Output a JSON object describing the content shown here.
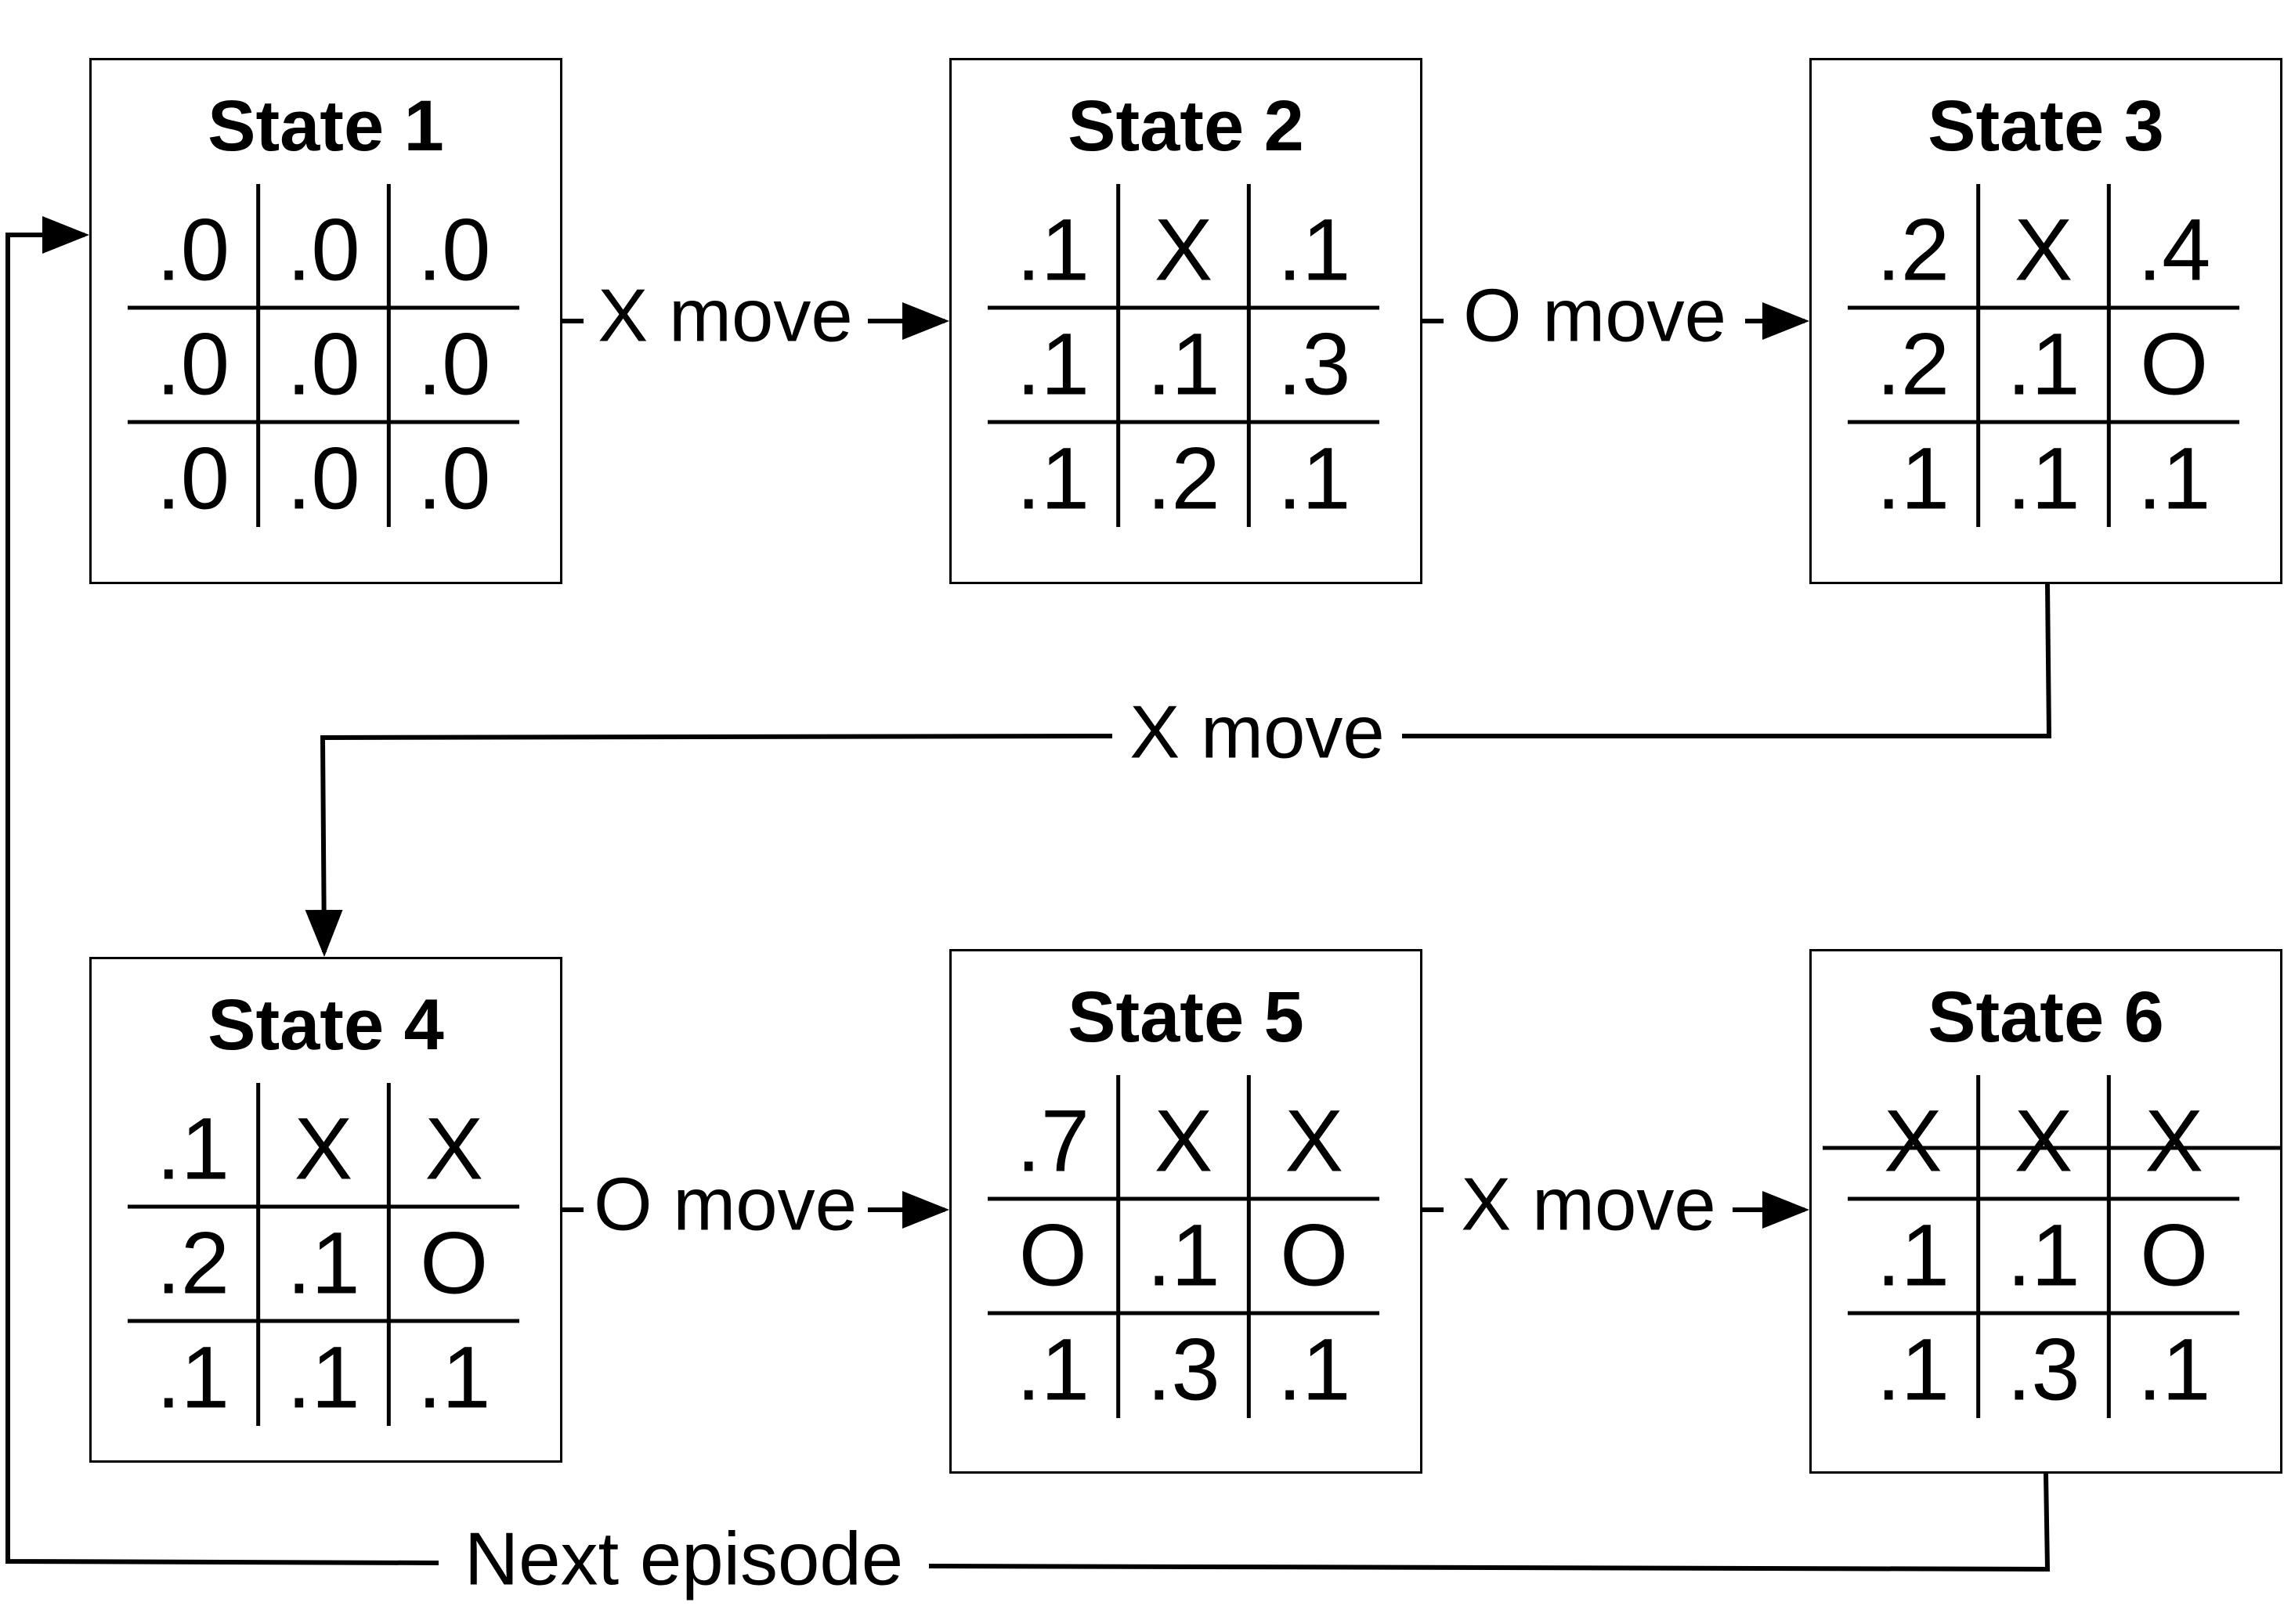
{
  "diagram": {
    "states": [
      {
        "id": "s1",
        "title": "State 1",
        "cells": [
          [
            ".0",
            ".0",
            ".0"
          ],
          [
            ".0",
            ".0",
            ".0"
          ],
          [
            ".0",
            ".0",
            ".0"
          ]
        ],
        "winning_row": null
      },
      {
        "id": "s2",
        "title": "State 2",
        "cells": [
          [
            ".1",
            "X",
            ".1"
          ],
          [
            ".1",
            ".1",
            ".3"
          ],
          [
            ".1",
            ".2",
            ".1"
          ]
        ],
        "winning_row": null
      },
      {
        "id": "s3",
        "title": "State 3",
        "cells": [
          [
            ".2",
            "X",
            ".4"
          ],
          [
            ".2",
            ".1",
            "O"
          ],
          [
            ".1",
            ".1",
            ".1"
          ]
        ],
        "winning_row": null
      },
      {
        "id": "s4",
        "title": "State 4",
        "cells": [
          [
            ".1",
            "X",
            "X"
          ],
          [
            ".2",
            ".1",
            "O"
          ],
          [
            ".1",
            ".1",
            ".1"
          ]
        ],
        "winning_row": null
      },
      {
        "id": "s5",
        "title": "State 5",
        "cells": [
          [
            ".7",
            "X",
            "X"
          ],
          [
            "O",
            ".1",
            "O"
          ],
          [
            ".1",
            ".3",
            ".1"
          ]
        ],
        "winning_row": null
      },
      {
        "id": "s6",
        "title": "State 6",
        "cells": [
          [
            "X",
            "X",
            "X"
          ],
          [
            ".1",
            ".1",
            "O"
          ],
          [
            ".1",
            ".3",
            ".1"
          ]
        ],
        "winning_row": 0
      }
    ],
    "edges": [
      {
        "from": "s1",
        "to": "s2",
        "label": "X move"
      },
      {
        "from": "s2",
        "to": "s3",
        "label": "O move"
      },
      {
        "from": "s3",
        "to": "s4",
        "label": "X move"
      },
      {
        "from": "s4",
        "to": "s5",
        "label": "O move"
      },
      {
        "from": "s5",
        "to": "s6",
        "label": "X move"
      },
      {
        "from": "s6",
        "to": "s1",
        "label": "Next episode"
      }
    ]
  }
}
